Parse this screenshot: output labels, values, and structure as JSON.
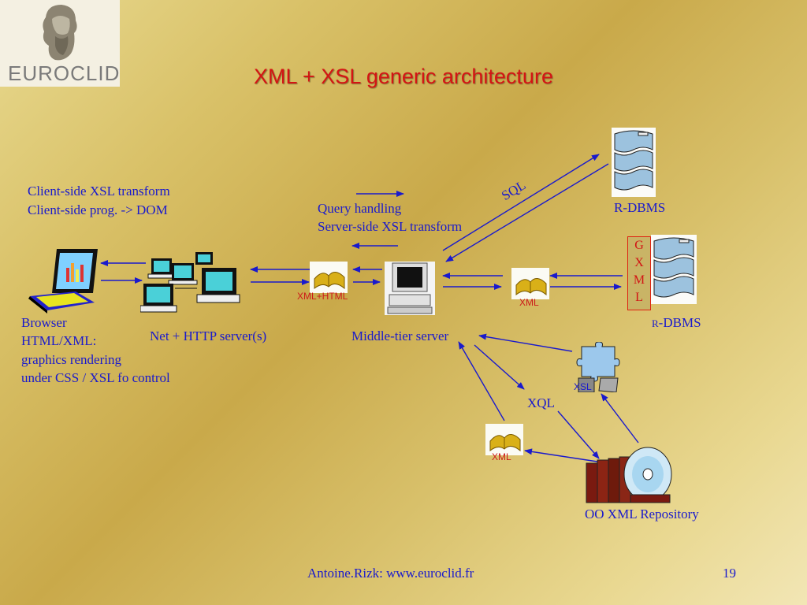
{
  "title": "XML + XSL generic architecture",
  "logo": {
    "text": "EUROCLID"
  },
  "client": {
    "line1": "Client-side XSL transform",
    "line2": "Client-side prog. -> DOM"
  },
  "server_labels": {
    "line1": "Query handling",
    "line2": "Server-side XSL transform"
  },
  "browser": {
    "line1": "Browser",
    "line2": "HTML/XML:",
    "line3": "graphics rendering",
    "line4": "under CSS / XSL fo control"
  },
  "http_server": "Net + HTTP server(s)",
  "middle_tier": "Middle-tier server",
  "docs": {
    "xml_html": "XML+HTML",
    "xml_right": "XML",
    "xml_bottom": "XML",
    "xsl": "XSL"
  },
  "sql": "SQL",
  "xql": "XQL",
  "rdbms_top": "R-DBMS",
  "rdbms_bottom": {
    "prefix": "R",
    "rest": "-DBMS"
  },
  "gxml": [
    "G",
    "X",
    "M",
    "L"
  ],
  "repository": "OO XML Repository",
  "footer": "Antoine.Rizk: www.euroclid.fr",
  "page_number": "19",
  "colors": {
    "title": "#d41414",
    "text": "#1a1acc",
    "arrow": "#1a1acc"
  },
  "icons": [
    "laptop-icon",
    "network-servers-icon",
    "desktop-computer-icon",
    "database-icon",
    "document-icon",
    "puzzle-icon",
    "books-cd-icon",
    "philosopher-logo-icon"
  ]
}
